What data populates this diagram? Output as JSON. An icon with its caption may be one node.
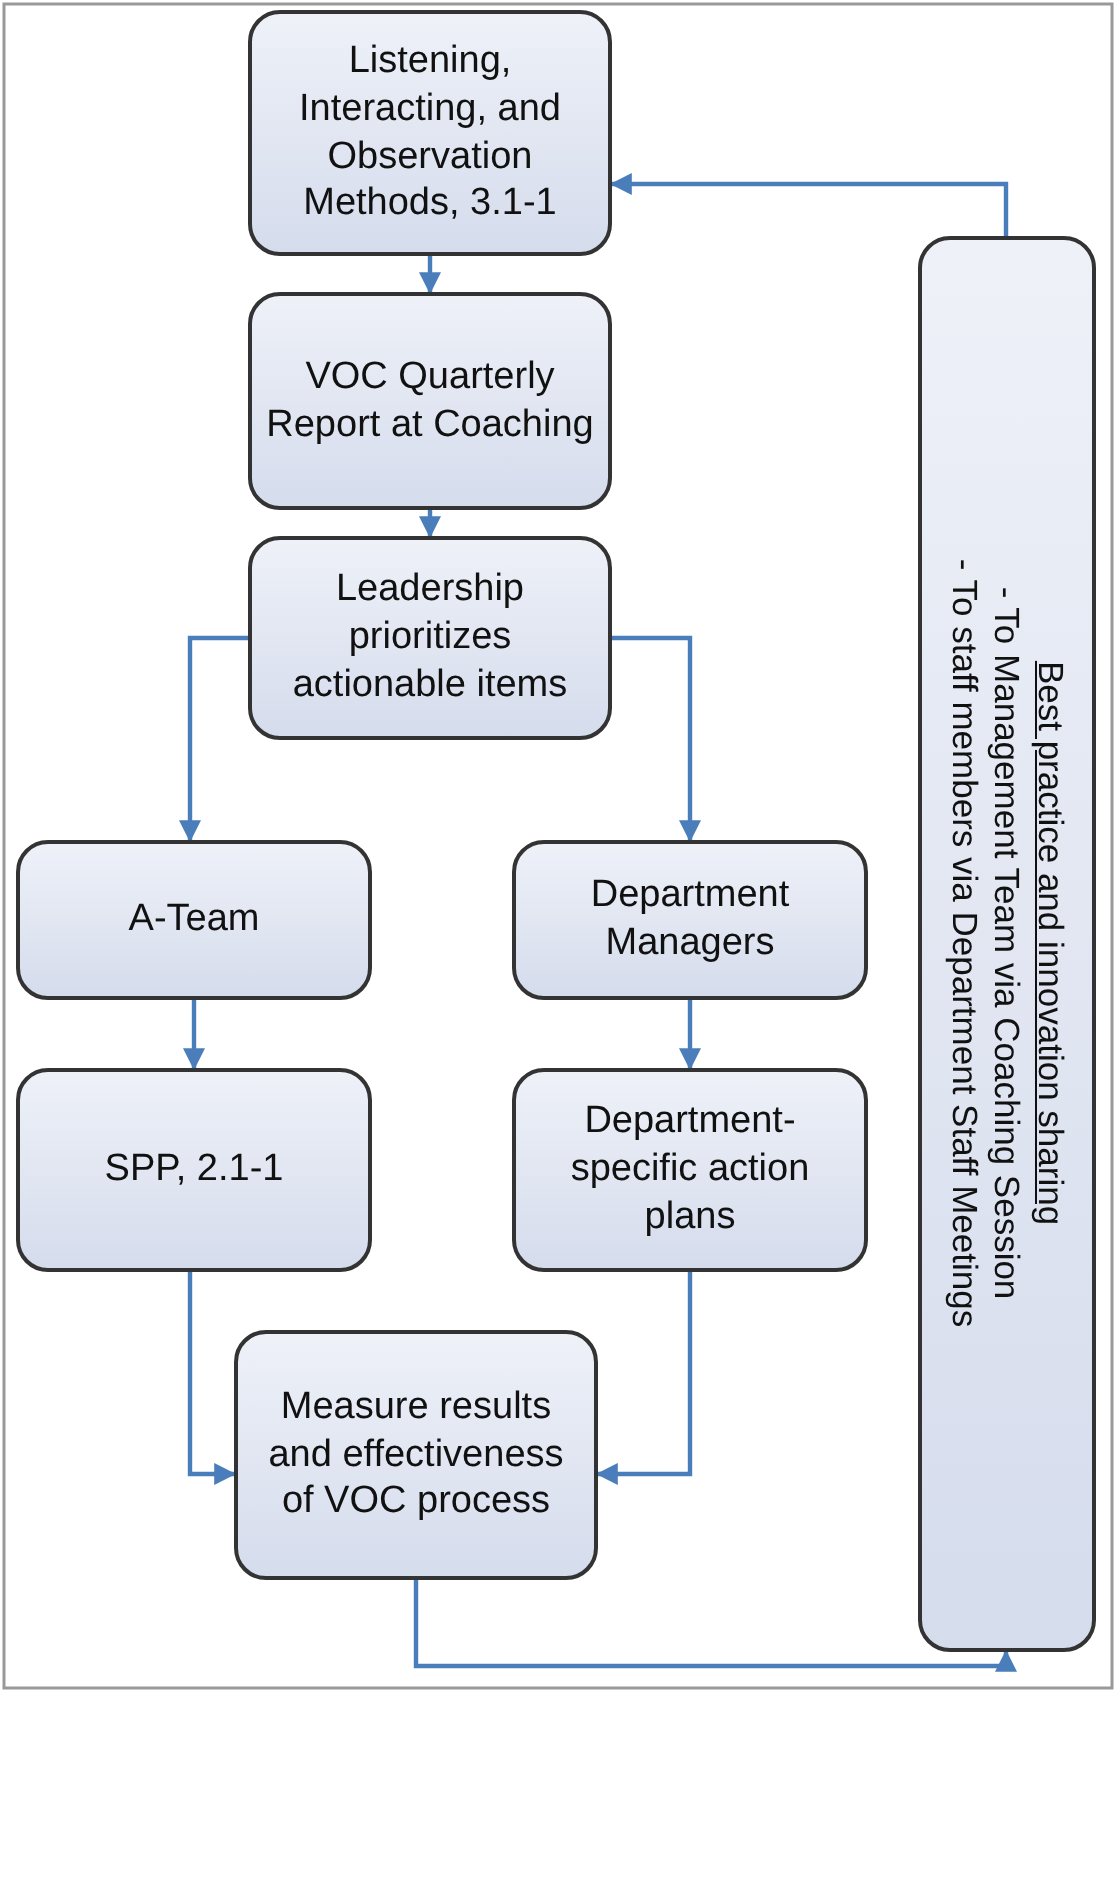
{
  "diagram": {
    "nodes": [
      {
        "text": [
          "Listening, Interacting, and Observation Methods, 3.1-1"
        ]
      },
      {
        "text": [
          "VOC Quarterly Report at Coaching"
        ]
      },
      {
        "text": [
          "Leadership prioritizes actionable items"
        ]
      },
      {
        "text": [
          "A-Team"
        ]
      },
      {
        "text": [
          "Department Managers"
        ]
      },
      {
        "text": [
          "SPP, 2.1-1"
        ]
      },
      {
        "text": [
          "Department-specific action plans"
        ]
      },
      {
        "text": [
          "Measure results and effectiveness of VOC process"
        ]
      },
      {
        "text": [
          "Best practice and innovation sharing",
          "- To Management Team via Coaching Session",
          "- To staff members via Department Staff Meetings"
        ]
      }
    ],
    "edges": [
      {
        "from": 0,
        "to": 1,
        "arrow": "to"
      },
      {
        "from": 1,
        "to": 2,
        "arrow": "to"
      },
      {
        "from": 2,
        "to": 3,
        "arrow": "to"
      },
      {
        "from": 2,
        "to": 4,
        "arrow": "to"
      },
      {
        "from": 3,
        "to": 5,
        "arrow": "to"
      },
      {
        "from": 4,
        "to": 6,
        "arrow": "to"
      },
      {
        "from": 5,
        "to": 7,
        "arrow": "to"
      },
      {
        "from": 6,
        "to": 7,
        "arrow": "to"
      },
      {
        "from": 7,
        "to": 8,
        "arrow": "to"
      },
      {
        "from": 8,
        "to": 0,
        "arrow": "to"
      }
    ]
  }
}
